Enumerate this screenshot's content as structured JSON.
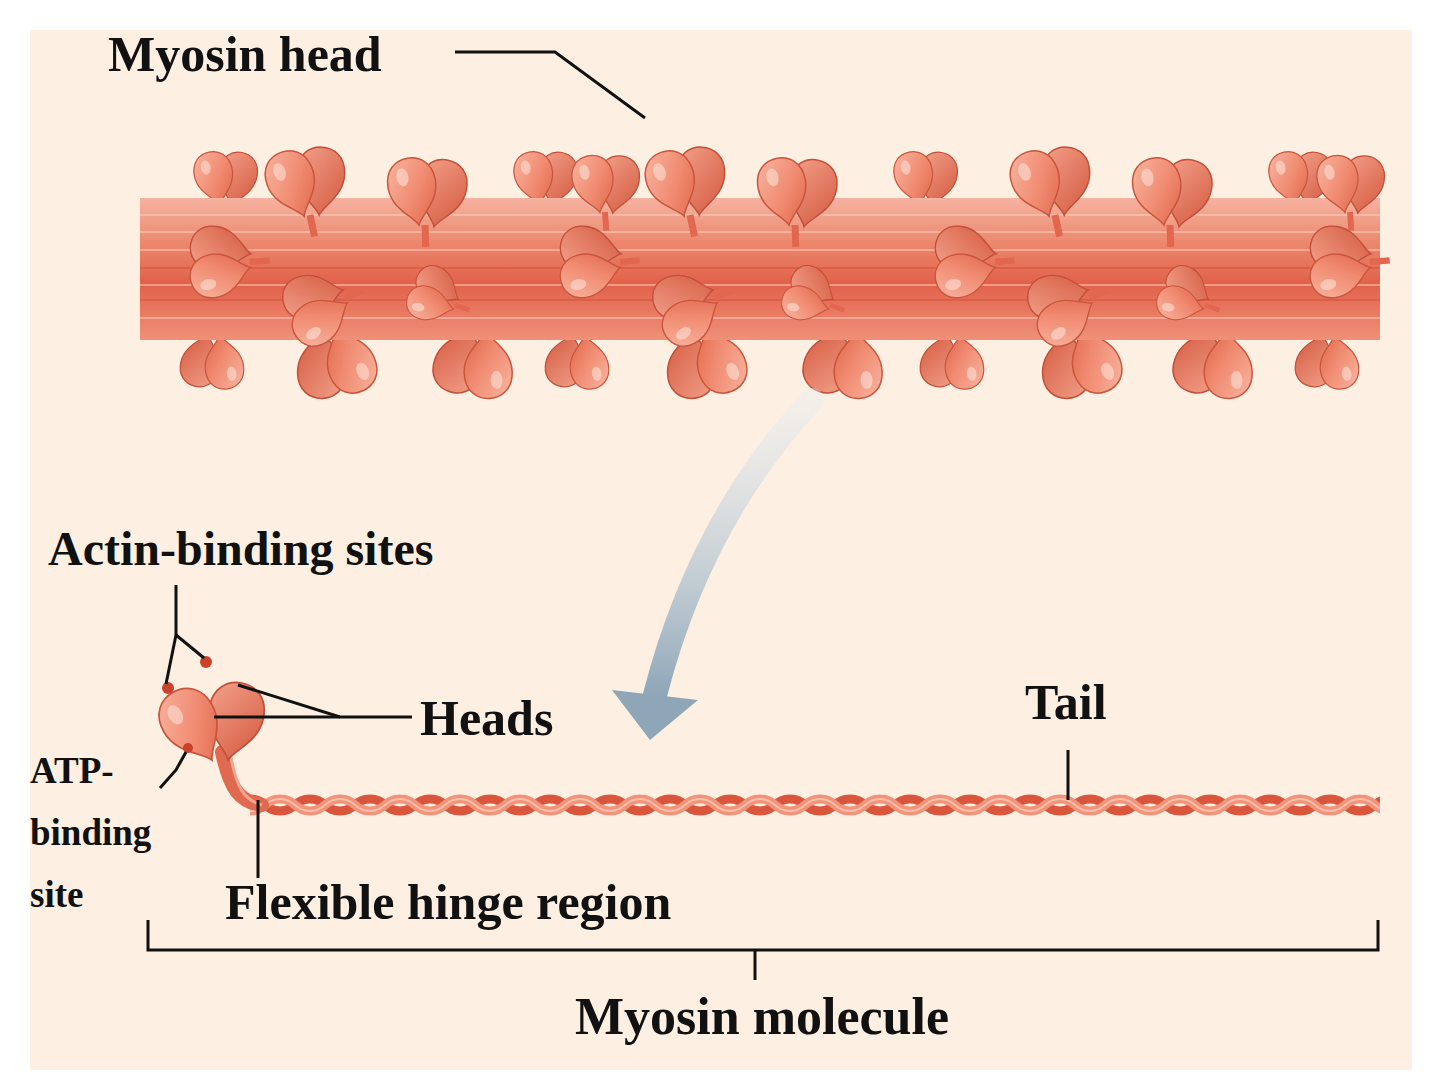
{
  "diagram": {
    "labels": [
      "Myosin head",
      "Actin-binding sites",
      "Heads",
      "ATP-binding site",
      "Tail",
      "Flexible hinge region",
      "Myosin molecule"
    ]
  }
}
